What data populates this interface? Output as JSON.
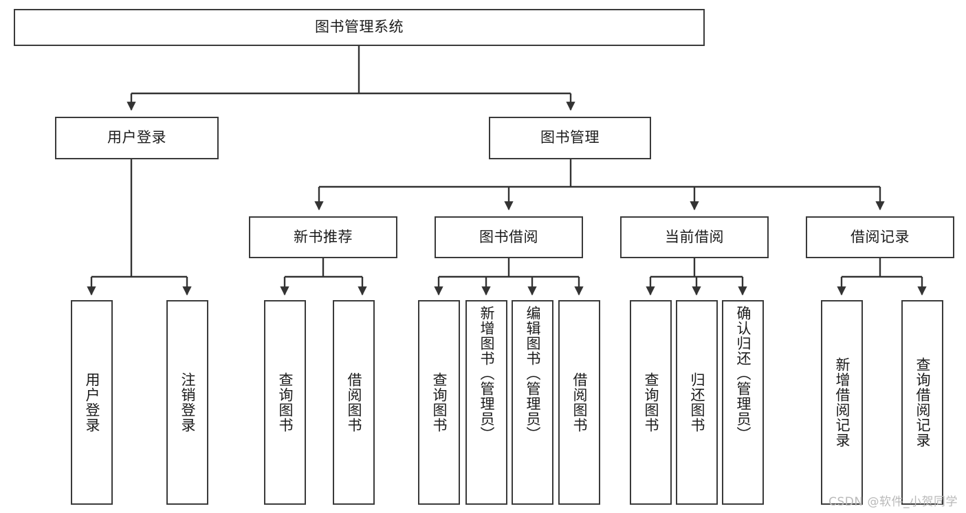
{
  "diagram": {
    "title": "图书管理系统",
    "type": "tree-hierarchy-chart",
    "colors": {
      "box_border": "#3a3a3a",
      "box_fill": "#ffffff",
      "edge": "#333333",
      "text": "#1b1b1b",
      "watermark": "#b9b9b9"
    },
    "root": {
      "label": "图书管理系统",
      "name": "root-node-book-management-system"
    },
    "level2": [
      {
        "label": "用户登录",
        "name": "node-user-login"
      },
      {
        "label": "图书管理",
        "name": "node-book-management"
      }
    ],
    "level3": [
      {
        "label": "新书推荐",
        "name": "node-new-book-recommendation"
      },
      {
        "label": "图书借阅",
        "name": "node-book-borrow"
      },
      {
        "label": "当前借阅",
        "name": "node-current-borrow"
      },
      {
        "label": "借阅记录",
        "name": "node-borrow-record"
      }
    ],
    "leaves": {
      "user_login": [
        {
          "label": "用户登录",
          "name": "leaf-user-login"
        },
        {
          "label": "注销登录",
          "name": "leaf-logout"
        }
      ],
      "new_book_recommendation": [
        {
          "label": "查询图书",
          "name": "leaf-query-book-rec"
        },
        {
          "label": "借阅图书",
          "name": "leaf-borrow-book-rec"
        }
      ],
      "book_borrow": [
        {
          "label": "查询图书",
          "name": "leaf-query-book-borrow"
        },
        {
          "label": "新增图书（管理员）",
          "name": "leaf-add-book-admin"
        },
        {
          "label": "编辑图书（管理员）",
          "name": "leaf-edit-book-admin"
        },
        {
          "label": "借阅图书",
          "name": "leaf-borrow-book"
        }
      ],
      "current_borrow": [
        {
          "label": "查询图书",
          "name": "leaf-query-book-current"
        },
        {
          "label": "归还图书",
          "name": "leaf-return-book"
        },
        {
          "label": "确认归还（管理员）",
          "name": "leaf-confirm-return-admin"
        }
      ],
      "borrow_record": [
        {
          "label": "新增借阅记录",
          "name": "leaf-add-borrow-record"
        },
        {
          "label": "查询借阅记录",
          "name": "leaf-query-borrow-record"
        }
      ]
    },
    "watermark": "CSDN @软件_小贺同学"
  }
}
